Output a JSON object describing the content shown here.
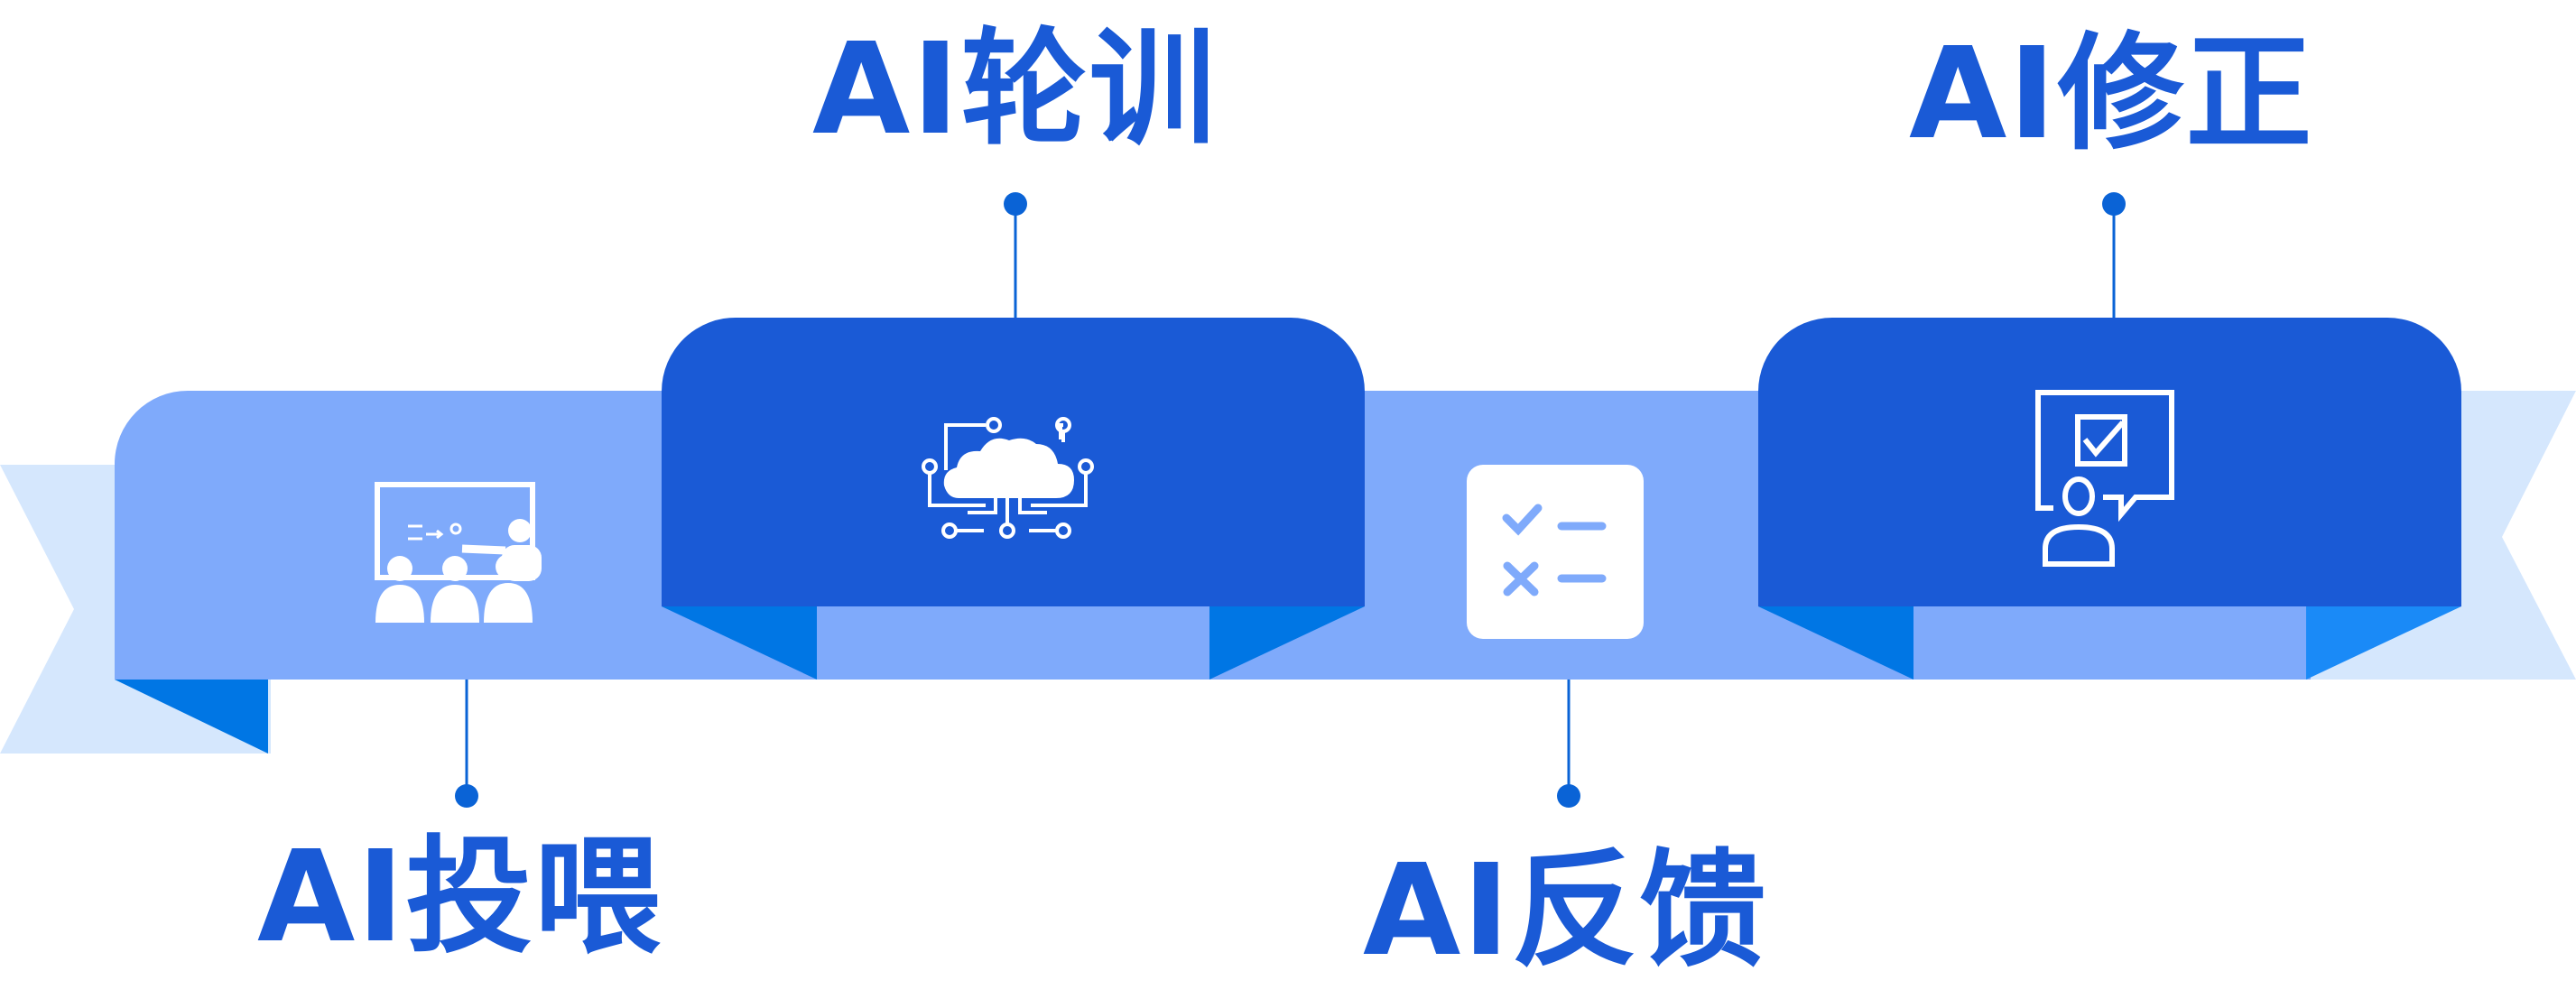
{
  "colors": {
    "ribbon_pale": "#D5E7FD",
    "ribbon_light": "#7FAAFB",
    "ribbon_dark": "#1A5AD6",
    "fold_dark": "#0076E4",
    "fold_bright": "#1A8AF7",
    "connector": "#0A63D6",
    "label_text": "#1A5AD6",
    "icon_white": "#FFFFFF",
    "checklist_accent": "#7FAAFB"
  },
  "steps": [
    {
      "label": "AI投喂",
      "icon": "teaching-classroom-icon"
    },
    {
      "label": "AI轮训",
      "icon": "cloud-circuit-icon"
    },
    {
      "label": "AI反馈",
      "icon": "checklist-icon"
    },
    {
      "label": "AI修正",
      "icon": "review-checkbox-person-icon"
    }
  ]
}
